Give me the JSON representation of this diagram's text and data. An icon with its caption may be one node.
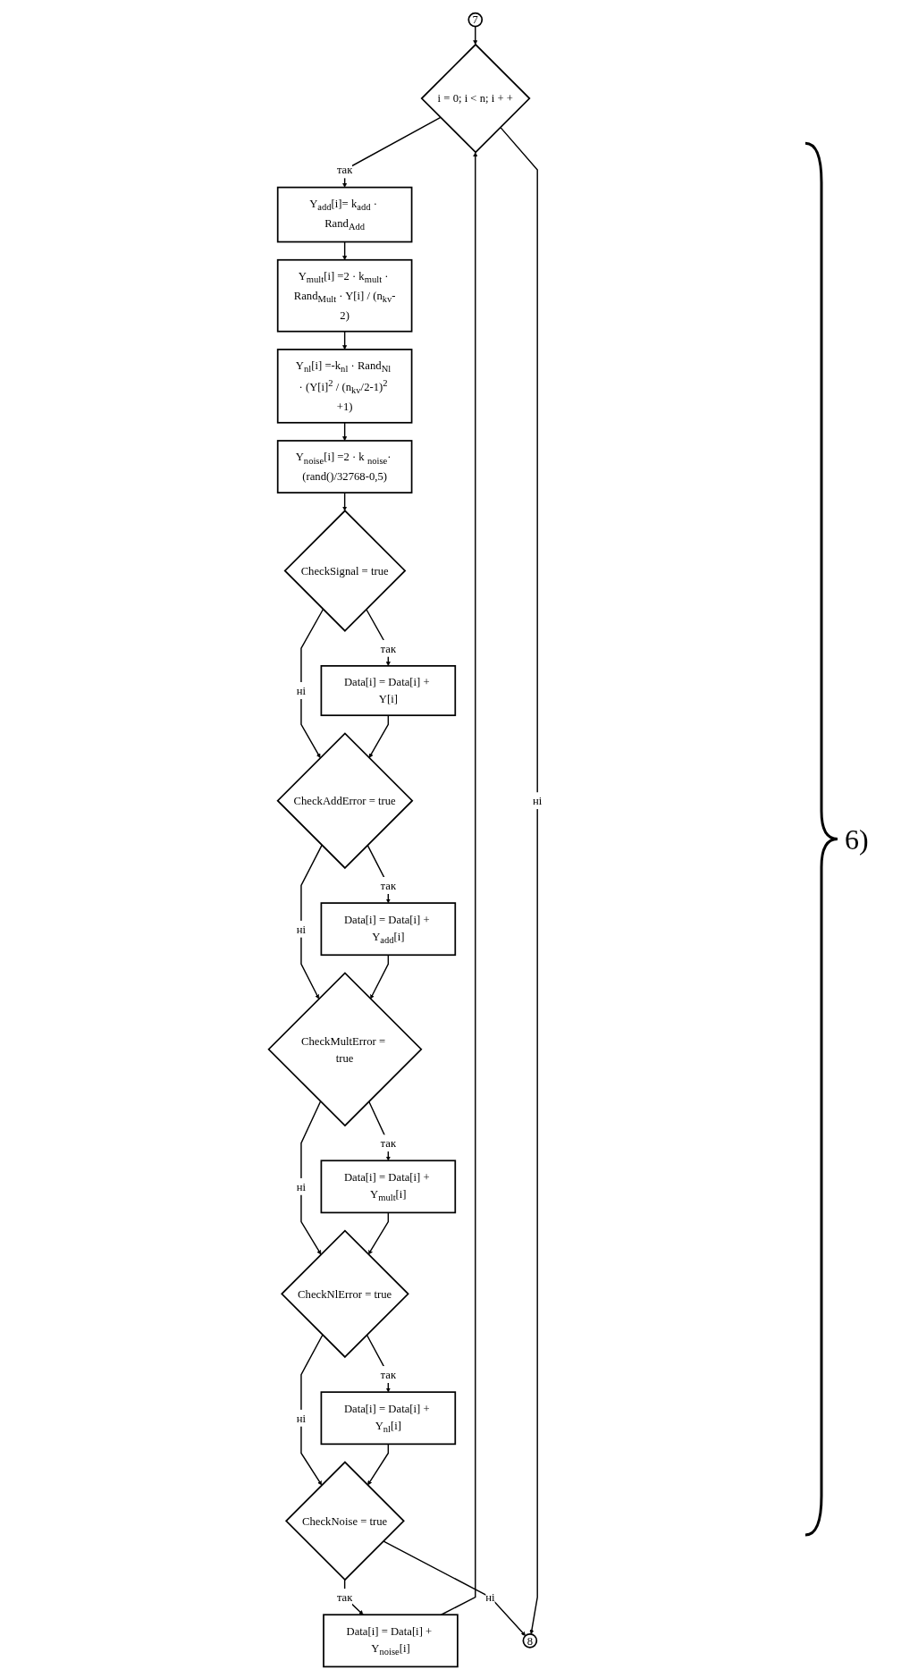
{
  "diagram": {
    "nodes": [
      {
        "text": [
          "7"
        ]
      },
      {
        "text": [
          "i = 0; i < n; i + +"
        ]
      },
      {
        "text": [
          "Y$_{add}$[i]= k$_{add}$ · Rand$_{Add}$"
        ]
      },
      {
        "text": [
          "Y$_{mult}$[i] =2 · k$_{mult}$ · Rand$_{Mult}$ · Y[i] / (n$_{kv}$-2)"
        ]
      },
      {
        "text": [
          "Y$_{nl}$[i] =-k$_{nl}$ · Rand$_{Nl}$ · (Y[i]$^{2}$ / (n$_{kv}$/2-1)$^{2}$ +1)"
        ]
      },
      {
        "text": [
          "Y$_{noise}$[i] =2 · k $_{noise}$· (rand()/32768-0,5)"
        ]
      },
      {
        "text": [
          "CheckSignal = true"
        ]
      },
      {
        "text": [
          "Data[i] = Data[i] + Y[i]"
        ]
      },
      {
        "text": [
          "CheckAddError = true"
        ]
      },
      {
        "text": [
          "Data[i] = Data[i] + Y$_{add}$[i]"
        ]
      },
      {
        "text": [
          "CheckMultError = true"
        ]
      },
      {
        "text": [
          "Data[i] = Data[i] + Y$_{mult}$[i]"
        ]
      },
      {
        "text": [
          "CheckNlError = true"
        ]
      },
      {
        "text": [
          "Data[i] = Data[i] + Y$_{nl}$[i]"
        ]
      },
      {
        "text": [
          "CheckNoise = true"
        ]
      },
      {
        "text": [
          "Data[i] = Data[i] + Y$_{noise}$[i]"
        ]
      },
      {
        "text": [
          "8"
        ]
      }
    ],
    "edges": [
      {
        "from": 0,
        "to": 1,
        "arrow": "to"
      },
      {
        "from": 1,
        "to": 2,
        "arrow": "to",
        "label": "так"
      },
      {
        "from": 2,
        "to": 3,
        "arrow": "to"
      },
      {
        "from": 3,
        "to": 4,
        "arrow": "to"
      },
      {
        "from": 4,
        "to": 5,
        "arrow": "to"
      },
      {
        "from": 5,
        "to": 6,
        "arrow": "to"
      },
      {
        "from": 6,
        "to": 7,
        "arrow": "to",
        "label": "так"
      },
      {
        "from": 6,
        "to": 8,
        "arrow": "to",
        "label": "ні"
      },
      {
        "from": 7,
        "to": 8,
        "arrow": "to"
      },
      {
        "from": 8,
        "to": 9,
        "arrow": "to",
        "label": "так"
      },
      {
        "from": 8,
        "to": 10,
        "arrow": "to",
        "label": "ні"
      },
      {
        "from": 9,
        "to": 10,
        "arrow": "to"
      },
      {
        "from": 10,
        "to": 11,
        "arrow": "to",
        "label": "так"
      },
      {
        "from": 10,
        "to": 12,
        "arrow": "to",
        "label": "ні"
      },
      {
        "from": 11,
        "to": 12,
        "arrow": "to"
      },
      {
        "from": 12,
        "to": 13,
        "arrow": "to",
        "label": "так"
      },
      {
        "from": 12,
        "to": 14,
        "arrow": "to",
        "label": "ні"
      },
      {
        "from": 13,
        "to": 14,
        "arrow": "to"
      },
      {
        "from": 14,
        "to": 15,
        "arrow": "to",
        "label": "так"
      },
      {
        "from": 14,
        "to": 16,
        "arrow": "to",
        "label": "ні"
      },
      {
        "from": 15,
        "to": 1,
        "arrow": "to"
      },
      {
        "from": 1,
        "to": 16,
        "arrow": "to",
        "label": "ні"
      }
    ],
    "labels": [
      "6)"
    ]
  }
}
